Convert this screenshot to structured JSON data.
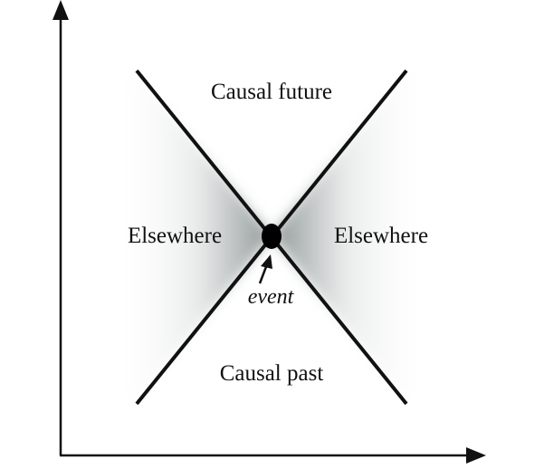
{
  "diagram": {
    "labels": {
      "causal_future": "Causal future",
      "causal_past": "Causal past",
      "elsewhere_left": "Elsewhere",
      "elsewhere_right": "Elsewhere",
      "event": "event"
    },
    "colors": {
      "ink": "#111111",
      "shade": "#8f9696",
      "background": "#ffffff"
    }
  }
}
